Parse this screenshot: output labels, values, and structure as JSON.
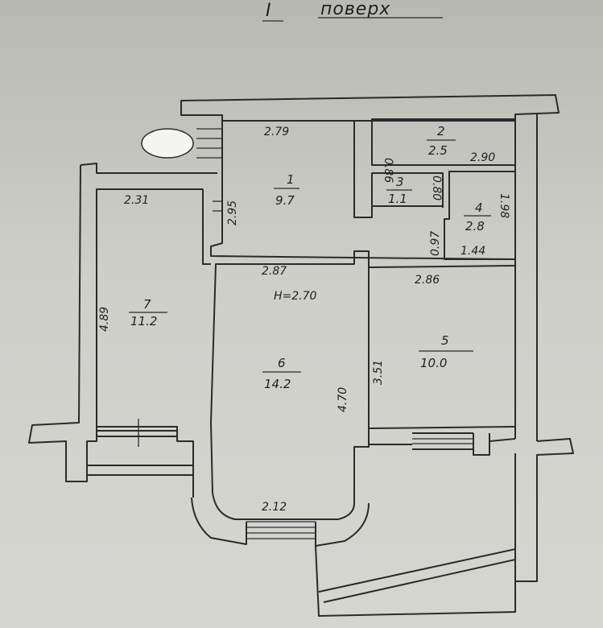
{
  "title": {
    "number": "I",
    "text": "поверх"
  },
  "ceiling_height": "H=2.70",
  "rooms": [
    {
      "number": "1",
      "area": "9.7"
    },
    {
      "number": "2",
      "area": "2.5"
    },
    {
      "number": "3",
      "area": "1.1"
    },
    {
      "number": "4",
      "area": "2.8"
    },
    {
      "number": "5",
      "area": "10.0"
    },
    {
      "number": "6",
      "area": "14.2"
    },
    {
      "number": "7",
      "area": "11.2"
    }
  ],
  "dimensions": {
    "r1_top": "2.79",
    "r1_left": "2.95",
    "r2_left": "0.86",
    "r2_bottom": "2.90",
    "r3_right": "0.80",
    "r4_bottom_left": "0.97",
    "r4_right": "1.98",
    "r4_bottom": "1.44",
    "r5_top": "2.86",
    "r5_left": "3.51",
    "r6_top": "2.87",
    "r6_right": "4.70",
    "r6_bottom": "2.12",
    "r7_top": "2.31",
    "r7_left": "4.89"
  }
}
